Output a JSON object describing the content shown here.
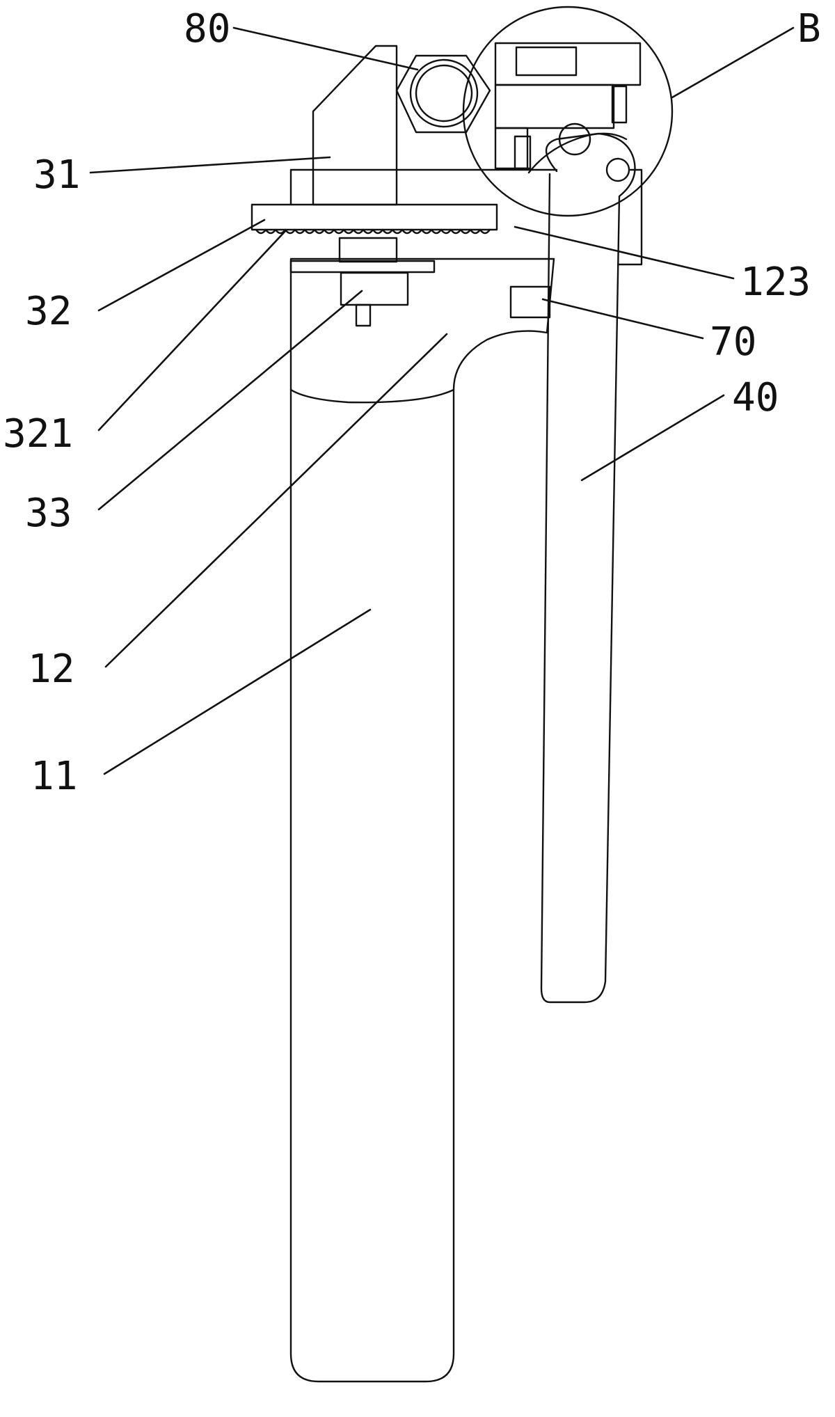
{
  "labels": {
    "l80": "80",
    "lB": "B",
    "l31": "31",
    "l123": "123",
    "l32": "32",
    "l70": "70",
    "l40": "40",
    "l321": "321",
    "l33": "33",
    "l12": "12",
    "l11": "11"
  },
  "colors": {
    "line": "#111111",
    "background": "#ffffff"
  }
}
